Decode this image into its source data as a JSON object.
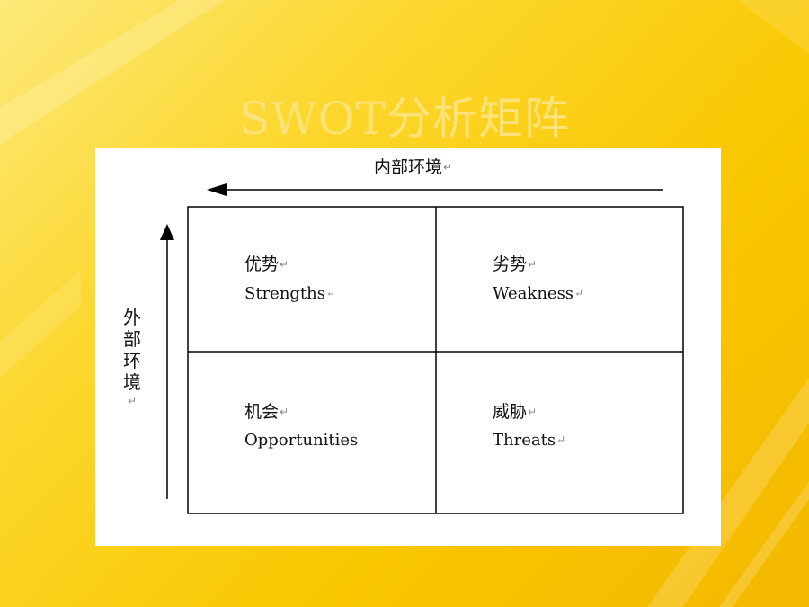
{
  "slide": {
    "title": "SWOT分析矩阵"
  },
  "diagram": {
    "internal_label": "内部环境",
    "external_label": "外部环境",
    "return_mark": "↵",
    "side_mark": "↵",
    "quadrants": [
      {
        "cn": "优势",
        "en": "Strengths",
        "cn_mark": "↵",
        "en_mark": "↵"
      },
      {
        "cn": "劣势",
        "en": "Weakness",
        "cn_mark": "↵",
        "en_mark": "↵"
      },
      {
        "cn": "机会",
        "en": "Opportunities",
        "cn_mark": "↵",
        "en_mark": ""
      },
      {
        "cn": "威胁",
        "en": "Threats",
        "cn_mark": "↵",
        "en_mark": "↵"
      }
    ]
  },
  "colors": {
    "background": "#f9c700",
    "title": "#fbe37a",
    "panel": "#ffffff",
    "line": "#000000"
  }
}
